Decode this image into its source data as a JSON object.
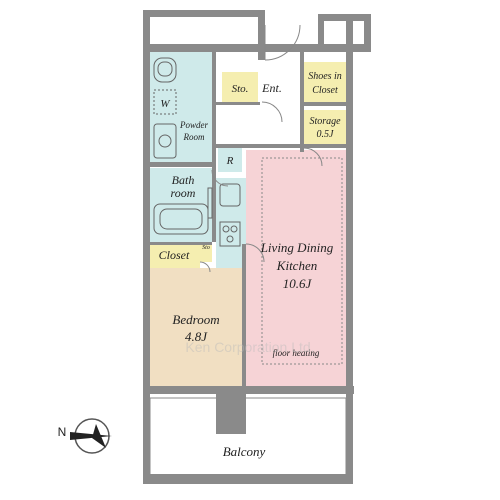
{
  "labels": {
    "storage_small": "Sto.",
    "entrance": "Ent.",
    "shoes_closet": [
      "Shoes in",
      "Closet"
    ],
    "storage": [
      "Storage",
      "0.5J"
    ],
    "washer": "W",
    "powder_room": [
      "Powder",
      "Room"
    ],
    "refrigerator": "R",
    "bathroom": [
      "Bath",
      "room"
    ],
    "closet": "Closet",
    "closet_storage_small": "Sto",
    "living_dining_kitchen": [
      "Living Dining",
      "Kitchen",
      "10.6J"
    ],
    "floor_heating": "floor heating",
    "bedroom": [
      "Bedroom",
      "4.8J"
    ],
    "balcony": "Balcony",
    "compass": "N",
    "watermark": "Ken Corporation Ltd."
  },
  "colors": {
    "wall": "#8a8a8a",
    "wet_area": "#cfeaea",
    "storage": "#f5eeb0",
    "living": "#f6d3d6",
    "bedroom": "#f1dfc2",
    "floor": "#ffffff"
  }
}
